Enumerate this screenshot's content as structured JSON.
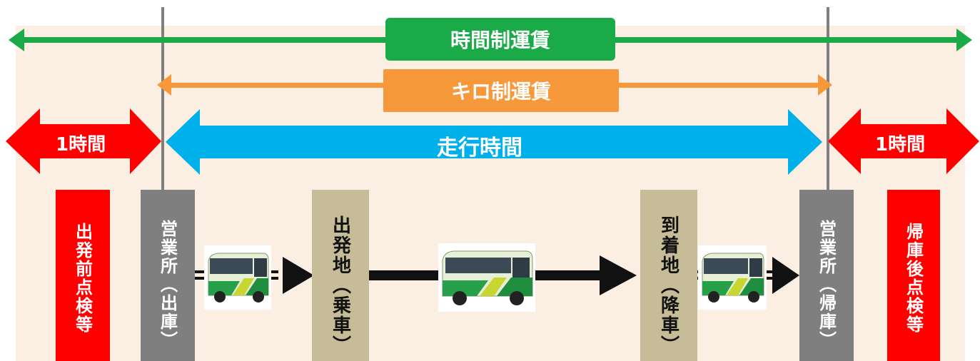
{
  "banners": {
    "time_fare": "時間制運賃",
    "km_fare": "キロ制運賃",
    "run_time": "走行時間",
    "hour_left": "1時間",
    "hour_right": "1時間"
  },
  "stages": {
    "pre_inspection": "出発前点検等",
    "office_out": "営業所（出庫）",
    "departure": "出発地（乗車）",
    "arrival": "到着地（降車）",
    "office_return": "営業所（帰庫）",
    "post_inspection": "帰庫後点検等"
  },
  "colors": {
    "time_fare": "#1aab48",
    "km_fare": "#f7993a",
    "run_time": "#00b0eb",
    "hour": "#ff0000",
    "office": "#7f7f7f",
    "station": "#c7bc98",
    "background": "#fbeee2"
  }
}
